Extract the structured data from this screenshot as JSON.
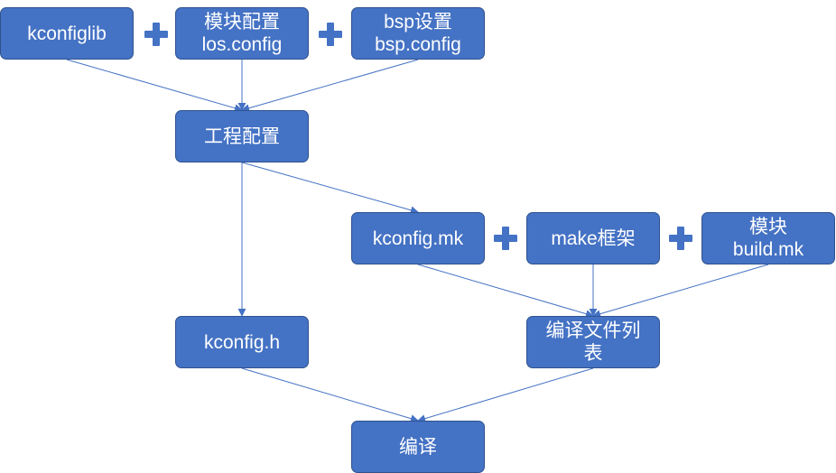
{
  "diagram": {
    "nodes": {
      "kconfiglib": {
        "lines": [
          "kconfiglib"
        ]
      },
      "module_config": {
        "lines": [
          "模块配置",
          "los.config"
        ]
      },
      "bsp_config": {
        "lines": [
          "bsp设置",
          "bsp.config"
        ]
      },
      "project_config": {
        "lines": [
          "工程配置"
        ]
      },
      "kconfig_mk": {
        "lines": [
          "kconfig.mk"
        ]
      },
      "make_framework": {
        "lines": [
          "make框架"
        ]
      },
      "module_build": {
        "lines": [
          "模块",
          "build.mk"
        ]
      },
      "kconfig_h": {
        "lines": [
          "kconfig.h"
        ]
      },
      "compile_list": {
        "lines": [
          "编译文件列",
          "表"
        ]
      },
      "compile": {
        "lines": [
          "编译"
        ]
      }
    },
    "edges": [
      {
        "from": "kconfiglib",
        "to": "project_config"
      },
      {
        "from": "module_config",
        "to": "project_config"
      },
      {
        "from": "bsp_config",
        "to": "project_config"
      },
      {
        "from": "project_config",
        "to": "kconfig_h"
      },
      {
        "from": "project_config",
        "to": "kconfig_mk"
      },
      {
        "from": "kconfig_mk",
        "to": "compile_list"
      },
      {
        "from": "make_framework",
        "to": "compile_list"
      },
      {
        "from": "module_build",
        "to": "compile_list"
      },
      {
        "from": "kconfig_h",
        "to": "compile"
      },
      {
        "from": "compile_list",
        "to": "compile"
      }
    ],
    "plus_signs": 4,
    "colors": {
      "box_fill": "#4472c4",
      "box_border": "#2f528f",
      "text": "#ffffff",
      "arrow": "#4472c4"
    }
  }
}
